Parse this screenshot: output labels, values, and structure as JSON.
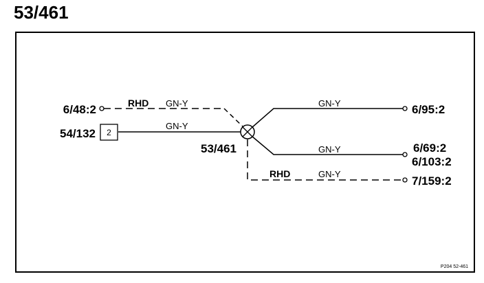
{
  "title": "53/461",
  "diagram": {
    "left_connectors": [
      {
        "label": "6/48:2"
      },
      {
        "label": "54/132",
        "box_value": "2"
      }
    ],
    "right_connectors": [
      {
        "label": "6/95:2"
      },
      {
        "label": "6/69:2"
      },
      {
        "label": "6/103:2"
      },
      {
        "label": "7/159:2"
      }
    ],
    "splice_label": "53/461",
    "wires": [
      {
        "color_code": "GN-Y",
        "option": "RHD"
      },
      {
        "color_code": "GN-Y"
      },
      {
        "color_code": "GN-Y"
      },
      {
        "color_code": "GN-Y"
      },
      {
        "color_code": "GN-Y",
        "option": "RHD"
      }
    ],
    "footer_code": "P204 52-461"
  }
}
